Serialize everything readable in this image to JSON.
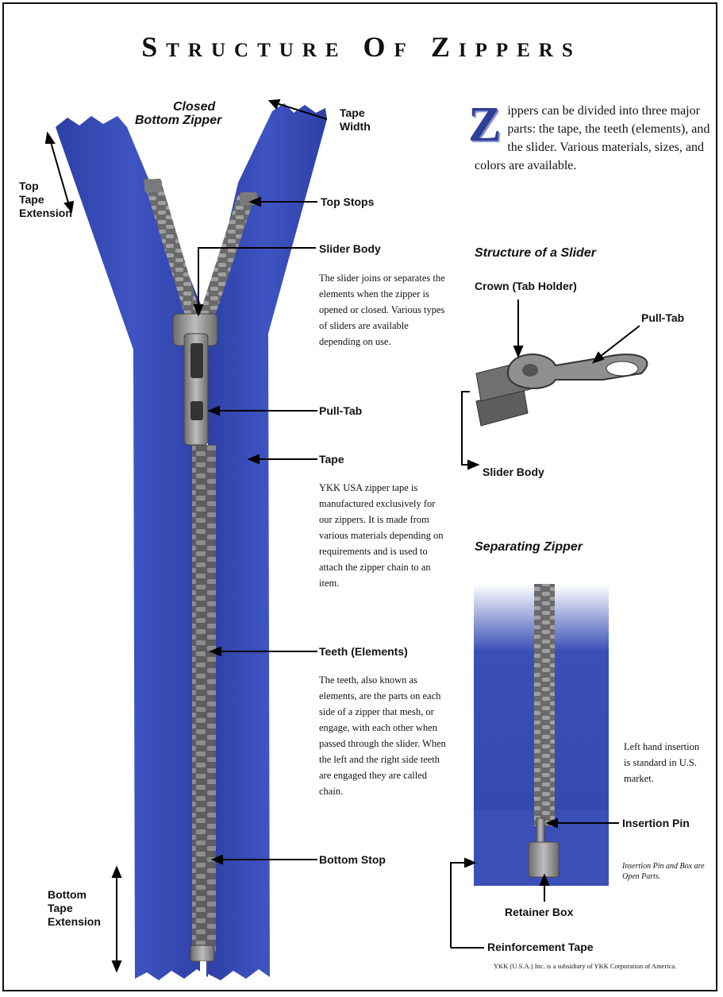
{
  "title": "Structure Of Zippers",
  "closed_zipper": {
    "heading_line1": "Closed",
    "heading_line2": "Bottom Zipper",
    "tape_width_line1": "Tape",
    "tape_width_line2": "Width",
    "top_tape_ext_line1": "Top",
    "top_tape_ext_line2": "Tape",
    "top_tape_ext_line3": "Extension",
    "top_stops": "Top Stops",
    "slider_body": "Slider Body",
    "slider_body_desc": "The slider joins or separates the elements when the zipper is opened or closed. Various types of sliders are available depending on use.",
    "pull_tab": "Pull-Tab",
    "tape": "Tape",
    "tape_desc": "YKK USA zipper tape is manufactured exclusively for our zippers. It is made from various materials depending on requirements and is used to attach the zipper chain to an item.",
    "teeth": "Teeth (Elements)",
    "teeth_desc": "The teeth, also known as elements, are the parts on each side of a zipper that mesh, or engage, with each other when passed through the slider. When the left and the right side teeth are engaged they are called chain.",
    "bottom_stop": "Bottom Stop",
    "bottom_tape_ext_line1": "Bottom",
    "bottom_tape_ext_line2": "Tape",
    "bottom_tape_ext_line3": "Extension"
  },
  "intro": {
    "dropcap": "Z",
    "text": "ippers can be divided into three major parts: the tape, the teeth (elements), and the slider. Various materials, sizes, and colors are available."
  },
  "slider": {
    "heading": "Structure of a Slider",
    "crown": "Crown (Tab Holder)",
    "pull_tab": "Pull-Tab",
    "slider_body": "Slider Body"
  },
  "separating": {
    "heading": "Separating Zipper",
    "note": "Left hand insertion is standard in U.S. market.",
    "insertion_pin": "Insertion Pin",
    "open_parts_note": "Insertion Pin and Box are Open Parts.",
    "retainer_box": "Retainer Box",
    "reinforcement_tape": "Reinforcement Tape"
  },
  "footer": "YKK (U.S.A.) Inc. is a subsidiary of YKK Corporation of America.",
  "colors": {
    "tape_blue": "#3a4fb8",
    "tape_dark": "#2a3a94",
    "metal": "#8a8a8a",
    "metal_dark": "#555",
    "accent": "#2f3e97"
  }
}
